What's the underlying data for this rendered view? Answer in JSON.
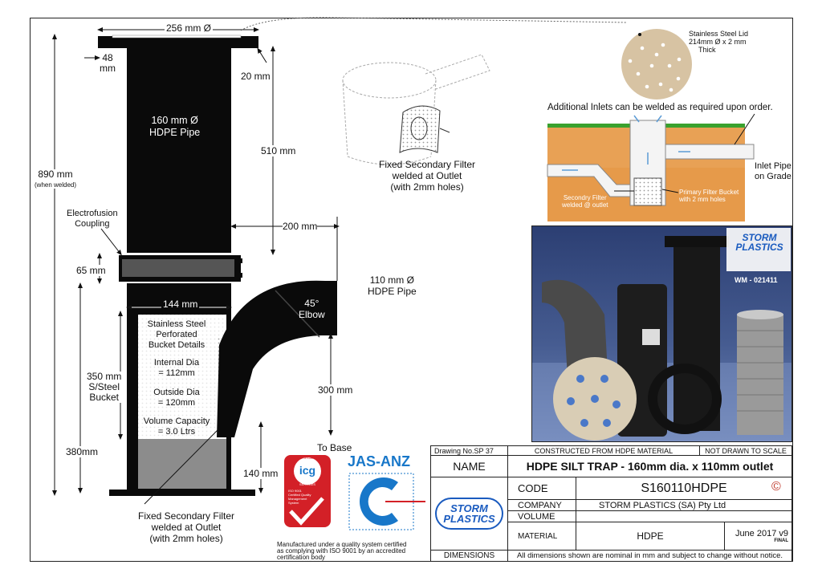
{
  "dims": {
    "top_dia": "256 mm Ø",
    "wall_48": "48",
    "wall_48_unit": "mm",
    "lip_20": "20 mm",
    "pipe_line1": "160 mm Ø",
    "pipe_line2": "HDPE Pipe",
    "h_510": "510 mm",
    "h_890": "890 mm",
    "h_890_note": "(when welded)",
    "coupling_line1": "Electrofusion",
    "coupling_line2": "Coupling",
    "h_200": "200 mm",
    "h_65": "65 mm",
    "outlet_line1": "110 mm Ø",
    "outlet_line2": "HDPE Pipe",
    "bucket_144": "144 mm",
    "elbow_line1": "45°",
    "elbow_line2": "Elbow",
    "bucket_details": [
      "Stainless Steel",
      "Perforated",
      "Bucket Details"
    ],
    "internal_dia": [
      "Internal Dia",
      "= 112mm"
    ],
    "outside_dia": [
      "Outside Dia",
      "= 120mm"
    ],
    "volume_cap": [
      "Volume Capacity",
      "= 3.0 Ltrs"
    ],
    "h_350": [
      "350 mm",
      "S/Steel",
      "Bucket"
    ],
    "h_300": "300 mm",
    "h_380": "380mm",
    "h_140": "140 mm",
    "to_base": "To Base",
    "bottom_filter": [
      "Fixed Secondary Filter",
      "welded at Outlet",
      "(with 2mm holes)"
    ]
  },
  "sketch": {
    "filter_label": [
      "Fixed Secondary Filter",
      "welded at Outlet",
      "(with 2mm holes)"
    ]
  },
  "lid": {
    "label": [
      "Stainless Steel Lid",
      "214mm Ø x 2 mm",
      "Thick"
    ]
  },
  "ground": {
    "note": "Additional Inlets can be welded as required upon order.",
    "inlet_pipe": [
      "Inlet Pipe",
      "on Grade"
    ],
    "secondary": [
      "Secondry Filter",
      "welded @ outlet"
    ],
    "primary": [
      "Primary Filter Bucket",
      "with 2 mm holes"
    ]
  },
  "photo": {
    "brand": [
      "STORM",
      "PLASTICS"
    ],
    "code": "WM - 021411"
  },
  "certs": {
    "icg_top": "CERTIFICATION",
    "icg_logo": "icg",
    "icg_services": "SERVICES",
    "icg_lines": [
      "ISO 9001",
      "Certified Quality",
      "Management",
      "System"
    ],
    "jasanz": "JAS-ANZ",
    "note": [
      "Manufactured under a quality system certified",
      "as complying with ISO 9001 by an accredited",
      "certification body"
    ]
  },
  "title_block": {
    "drawing_no": "Drawing No.SP  37",
    "constructed": "CONSTRUCTED FROM  HDPE MATERIAL",
    "not_to_scale": "NOT DRAWN TO SCALE",
    "name_label": "NAME",
    "name_value": "HDPE SILT TRAP - 160mm dia. x 110mm outlet",
    "code_label": "CODE",
    "code_value": "S160110HDPE",
    "copyright": "©",
    "company_label": "COMPANY",
    "company_value": "STORM PLASTICS (SA) Pty Ltd",
    "volume_label": "VOLUME",
    "volume_value": "",
    "material_label": "MATERIAL",
    "material_value": "HDPE",
    "date": "June 2017  v9",
    "final": "FINAL",
    "dimensions_label": "DIMENSIONS",
    "dimensions_value": "All dimensions shown are nominal in mm and subject to change without notice.",
    "logo": [
      "STORM",
      "PLASTICS"
    ]
  },
  "colors": {
    "pipe": "#0a0a0a",
    "grass": "#3aa12e",
    "soil": "#e69a4a",
    "photo_bg": "#3a4f86",
    "icg_red": "#d32027",
    "jas_blue": "#1877c9",
    "storm_blue": "#1a5bbf"
  }
}
